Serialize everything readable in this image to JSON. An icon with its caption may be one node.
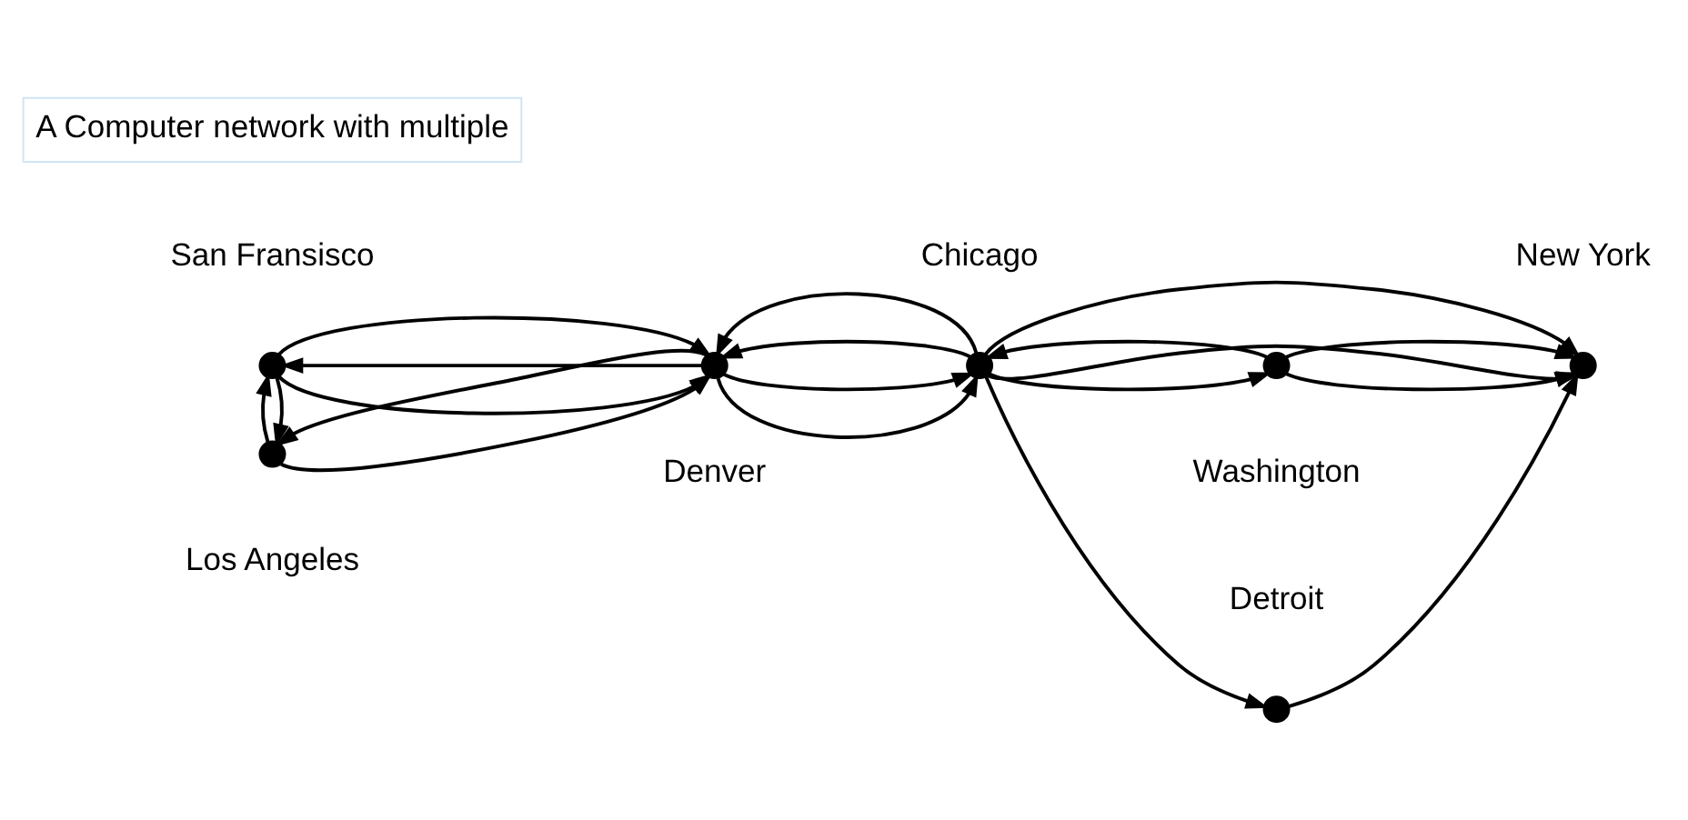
{
  "diagram": {
    "nodes": [
      {
        "text": [],
        "shape": "circle",
        "beside": [
          "San Fransisco"
        ]
      },
      {
        "text": [],
        "shape": "circle",
        "beside": [
          "Los Angeles"
        ]
      },
      {
        "text": [],
        "shape": "circle",
        "beside": [
          "Denver"
        ]
      },
      {
        "text": [],
        "shape": "circle",
        "beside": [
          "Chicago"
        ]
      },
      {
        "text": [],
        "shape": "circle",
        "beside": [
          "Detroit"
        ]
      },
      {
        "text": [],
        "shape": "circle",
        "beside": [
          "New York"
        ]
      },
      {
        "text": [],
        "shape": "circle",
        "beside": [
          "Washington"
        ]
      }
    ],
    "edges": [
      {
        "from": 2,
        "to": 0,
        "arrow": "to"
      },
      {
        "from": 0,
        "to": 2,
        "arrow": "to"
      },
      {
        "from": 0,
        "to": 2,
        "arrow": "to"
      },
      {
        "from": 0,
        "to": 1,
        "arrow": "to"
      },
      {
        "from": 1,
        "to": 0,
        "arrow": "to"
      },
      {
        "from": 1,
        "to": 2,
        "arrow": "to"
      },
      {
        "from": 2,
        "to": 1,
        "arrow": "to"
      },
      {
        "from": 2,
        "to": 3,
        "arrow": "to"
      },
      {
        "from": 2,
        "to": 3,
        "arrow": "to"
      },
      {
        "from": 3,
        "to": 2,
        "arrow": "to"
      },
      {
        "from": 3,
        "to": 2,
        "arrow": "to"
      },
      {
        "from": 3,
        "to": 4,
        "arrow": "to"
      },
      {
        "from": 4,
        "to": 5,
        "arrow": "to"
      },
      {
        "from": 3,
        "to": 5,
        "arrow": "to"
      },
      {
        "from": 3,
        "to": 5,
        "arrow": "to"
      },
      {
        "from": 3,
        "to": 6,
        "arrow": "to"
      },
      {
        "from": 6,
        "to": 3,
        "arrow": "to"
      },
      {
        "from": 6,
        "to": 5,
        "arrow": "to"
      },
      {
        "from": 6,
        "to": 5,
        "arrow": "to"
      }
    ],
    "labels": [
      "A Computer network with multiple"
    ]
  }
}
